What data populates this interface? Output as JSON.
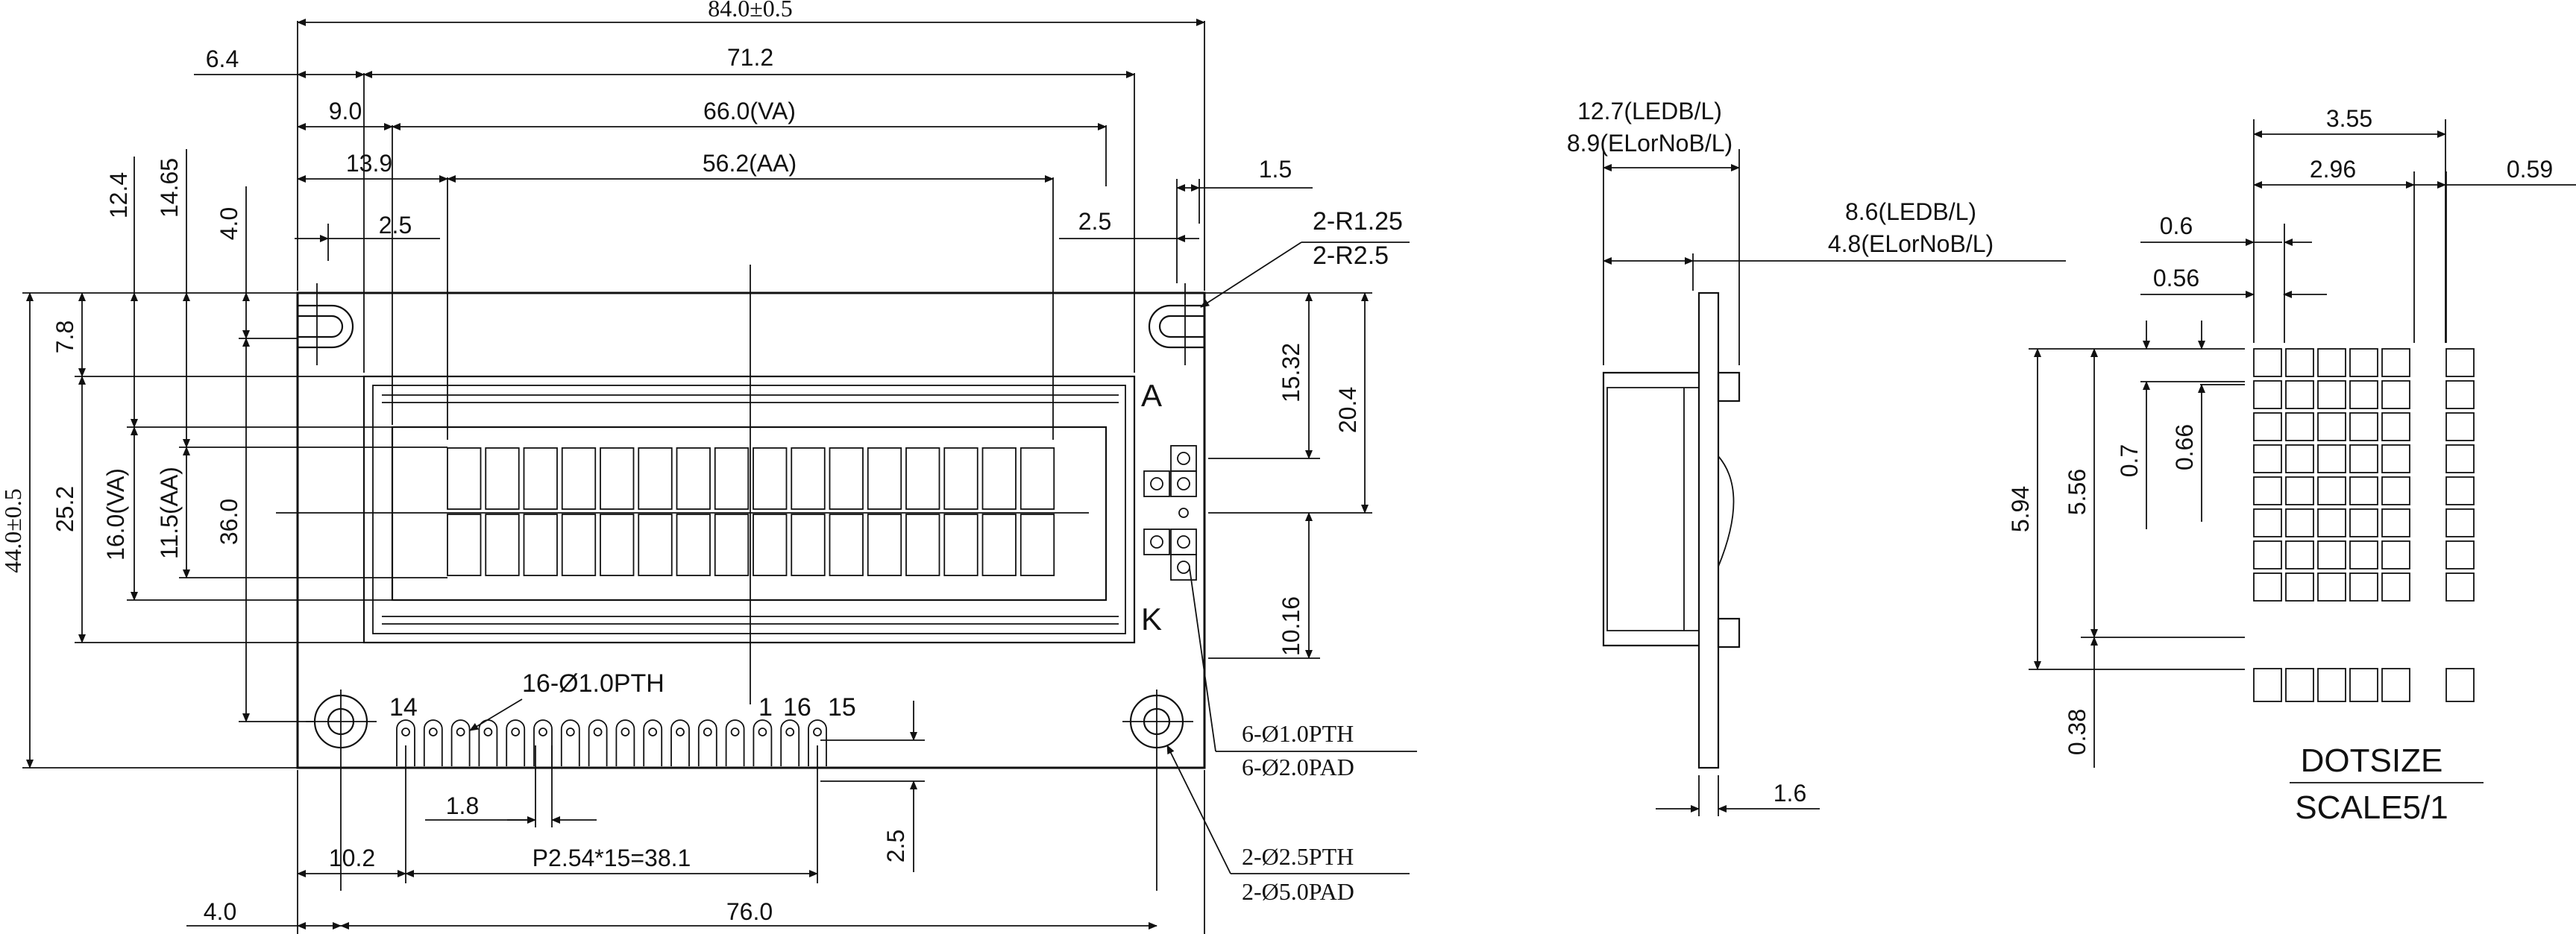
{
  "front": {
    "overall_width": "84.0±0.5",
    "d_6_4": "6.4",
    "d_71_2": "71.2",
    "d_9_0": "9.0",
    "va_width": "66.0(VA)",
    "d_13_9": "13.9",
    "aa_width": "56.2(AA)",
    "d_1_5": "1.5",
    "d_2_5_left": "2.5",
    "d_2_5_right": "2.5",
    "d_12_4": "12.4",
    "d_14_65": "14.65",
    "d_4_0_top": "4.0",
    "d_7_8": "7.8",
    "overall_height": "44.0±0.5",
    "d_25_2": "25.2",
    "va_height": "16.0(VA)",
    "aa_height": "11.5(AA)",
    "d_36_0": "36.0",
    "d_15_32": "15.32",
    "d_20_4": "20.4",
    "d_10_16": "10.16",
    "corner_radius_1": "2-R1.25",
    "corner_radius_2": "2-R2.5",
    "label_a": "A",
    "label_k": "K",
    "pins_callout": "16-Ø1.0PTH",
    "pin_1": "1",
    "pin_14": "14",
    "pin_15": "15",
    "pin_16": "16",
    "d_1_8": "1.8",
    "pitch": "P2.54*15=38.1",
    "d_2_5_pin": "2.5",
    "d_10_2": "10.2",
    "d_4_0_bottom": "4.0",
    "d_76_0": "76.0",
    "bl_pth": "6-Ø1.0PTH",
    "bl_pad": "6-Ø2.0PAD",
    "mount_pth": "2-Ø2.5PTH",
    "mount_pad": "2-Ø5.0PAD"
  },
  "side": {
    "height_ledb": "12.7(LEDB/L)",
    "height_elornob": "8.9(ELorNoB/L)",
    "depth_ledb": "8.6(LEDB/L)",
    "depth_elornob": "4.8(ELorNoB/L)",
    "pcb": "1.6"
  },
  "dot_detail": {
    "d_3_55": "3.55",
    "d_2_96": "2.96",
    "d_0_59": "0.59",
    "d_0_6": "0.6",
    "d_0_56": "0.56",
    "d_5_94": "5.94",
    "d_5_56": "5.56",
    "d_0_7": "0.7",
    "d_0_66": "0.66",
    "d_0_38": "0.38",
    "title": "DOTSIZE",
    "scale": "SCALE5/1"
  }
}
